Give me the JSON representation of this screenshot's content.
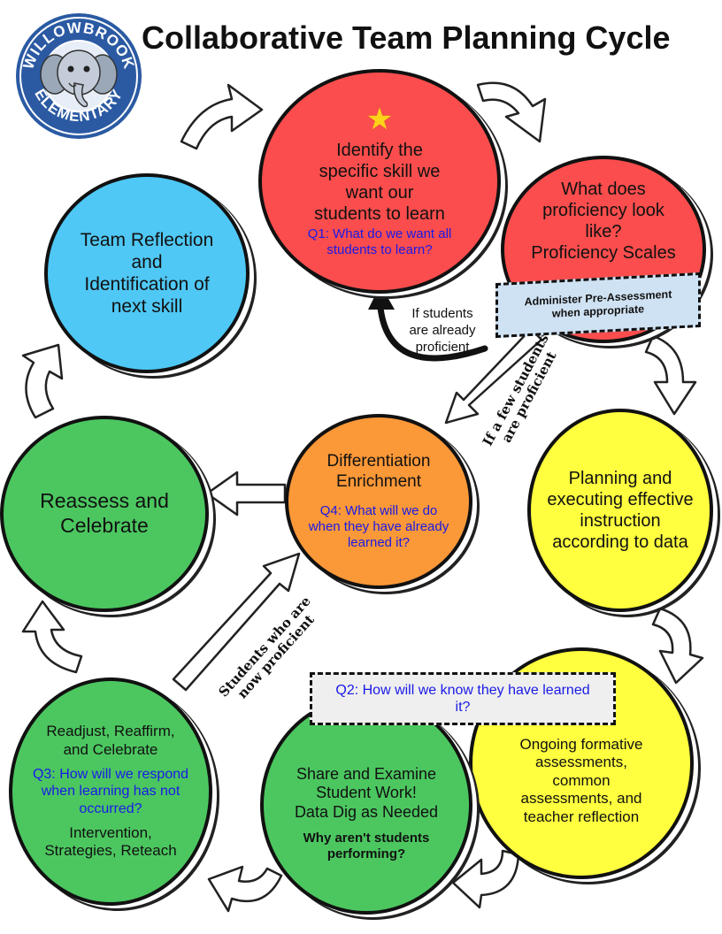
{
  "logo": {
    "text_top": "WILLOWBROOK",
    "text_bottom": "ELEMENTARY"
  },
  "title": "Collaborative Team Planning Cycle",
  "colors": {
    "red": "#fb4d4d",
    "blue": "#4fc8f5",
    "green": "#4cc760",
    "orange": "#fb9838",
    "yellow": "#ffff3f",
    "question_text": "#1a1ae6",
    "banner": "#cfe2f3"
  },
  "nodes": {
    "identify": {
      "line1": "Identify the",
      "line2": "specific skill we",
      "line3": "want our",
      "line4": "students to learn",
      "question": "Q1: What do we want all students to learn?"
    },
    "proficiency": {
      "line1": "What does",
      "line2": "proficiency look",
      "line3": "like?",
      "line4": "Proficiency Scales"
    },
    "planning": {
      "line1": "Planning and",
      "line2": "executing effective",
      "line3": "instruction",
      "line4": "according to data"
    },
    "ongoing": {
      "line1": "Ongoing formative",
      "line2": "assessments,",
      "line3": "common",
      "line4": "assessments, and",
      "line5": "teacher reflection"
    },
    "share": {
      "line1": "Share and Examine",
      "line2": "Student Work!",
      "line3": "Data Dig as Needed",
      "bold": "Why aren't students performing?"
    },
    "readjust": {
      "line1": "Readjust, Reaffirm,",
      "line2": "and Celebrate",
      "question": "Q3: How will we respond when learning has not occurred?",
      "line3": "Intervention,",
      "line4": "Strategies, Reteach"
    },
    "reassess": {
      "line1": "Reassess and",
      "line2": "Celebrate"
    },
    "reflection": {
      "line1": "Team Reflection",
      "line2": "and",
      "line3": "Identification of",
      "line4": "next skill"
    },
    "differentiation": {
      "line1": "Differentiation",
      "line2": "Enrichment",
      "question": "Q4: What will we do when they have already learned it?"
    }
  },
  "banner": {
    "line1": "Administer Pre-Assessment",
    "line2": "when appropriate"
  },
  "q2_box": {
    "text": "Q2: How will we know they have learned it?"
  },
  "labels": {
    "already_proficient": {
      "line1": "If students",
      "line2": "are already",
      "line3": "proficient"
    },
    "few_proficient": {
      "line1": "If a few students",
      "line2": "are proficient"
    },
    "now_proficient": {
      "line1": "Students who are",
      "line2": "now proficient"
    }
  }
}
